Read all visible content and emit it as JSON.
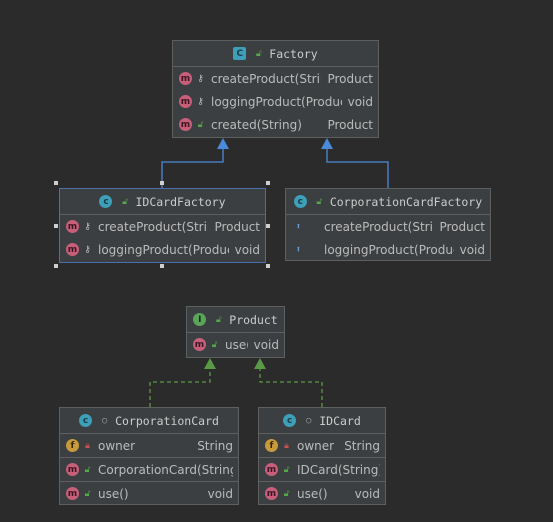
{
  "colors": {
    "background": "#2b2b2b",
    "node": "#3c3f41",
    "inheritance_arrow": "#4b8ad8",
    "realization_arrow": "#5a9a46"
  },
  "nodes": {
    "factory": {
      "title": "Factory",
      "kind_icon": "abstract-class-icon",
      "members": [
        {
          "icon": "m",
          "visibility": "key",
          "name": "createProduct(String)",
          "type": "Product"
        },
        {
          "icon": "m",
          "visibility": "key",
          "name": "loggingProduct(Product)",
          "type": "void"
        },
        {
          "icon": "m",
          "visibility": "public",
          "name": "created(String)",
          "type": "Product"
        }
      ]
    },
    "idcard_factory": {
      "title": "IDCardFactory",
      "kind_icon": "class-icon",
      "members": [
        {
          "icon": "m",
          "visibility": "key",
          "name": "createProduct(String)",
          "type": "Product"
        },
        {
          "icon": "m",
          "visibility": "key",
          "name": "loggingProduct(Product)",
          "type": "void"
        }
      ]
    },
    "corporation_card_factory": {
      "title": "CorporationCardFactory",
      "kind_icon": "class-icon",
      "members": [
        {
          "icon": "override",
          "name": "createProduct(String)",
          "type": "Product"
        },
        {
          "icon": "override",
          "name": "loggingProduct(Product)",
          "type": "void"
        }
      ]
    },
    "product": {
      "title": "Product",
      "kind_icon": "interface-icon",
      "members": [
        {
          "icon": "m",
          "visibility": "public",
          "name": "use()",
          "type": "void"
        }
      ]
    },
    "corporation_card": {
      "title": "CorporationCard",
      "kind_icon": "class-icon",
      "fields": [
        {
          "icon": "f",
          "visibility": "private",
          "name": "owner",
          "type": "String"
        }
      ],
      "constructors": [
        {
          "icon": "m",
          "visibility": "public",
          "name": "CorporationCard(String)",
          "type": ""
        }
      ],
      "methods": [
        {
          "icon": "m",
          "visibility": "public",
          "name": "use()",
          "type": "void"
        }
      ]
    },
    "idcard": {
      "title": "IDCard",
      "kind_icon": "class-icon",
      "fields": [
        {
          "icon": "f",
          "visibility": "private",
          "name": "owner",
          "type": "String"
        }
      ],
      "constructors": [
        {
          "icon": "m",
          "visibility": "public",
          "name": "IDCard(String)",
          "type": ""
        }
      ],
      "methods": [
        {
          "icon": "m",
          "visibility": "public",
          "name": "use()",
          "type": "void"
        }
      ]
    }
  }
}
